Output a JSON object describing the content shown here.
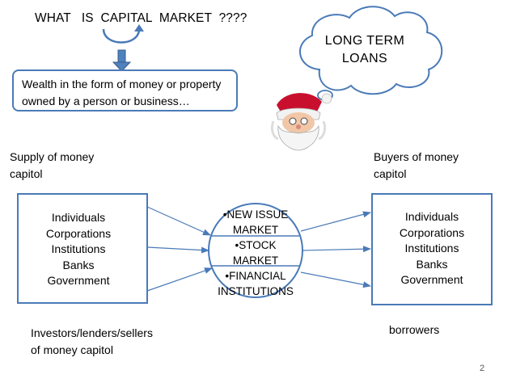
{
  "title": "WHAT   IS  CAPITAL  MARKET  ????",
  "definition": {
    "lines": [
      "Wealth in the form of money or property",
      "owned by a person or business…"
    ]
  },
  "cloud": {
    "lines": [
      "LONG  TERM",
      "LOANS"
    ]
  },
  "supply": {
    "heading": [
      "Supply of money",
      "capitol"
    ],
    "items": [
      "Individuals",
      "Corporations",
      "Institutions",
      "Banks",
      "Government"
    ],
    "caption": [
      "Investors/lenders/sellers",
      "of money capitol"
    ]
  },
  "market": {
    "items": [
      "•NEW ISSUE",
      "MARKET",
      "•STOCK",
      "MARKET",
      "•FINANCIAL",
      "INSTITUTIONS"
    ]
  },
  "buyers": {
    "heading": [
      "Buyers of money",
      "capitol"
    ],
    "items": [
      "Individuals",
      "Corporations",
      "Institutions",
      "Banks",
      "Government"
    ],
    "caption": [
      "borrowers"
    ]
  },
  "page_number": "2",
  "colors": {
    "accent": "#4a7ab7",
    "arrow_fill": "#4f81bd",
    "box_border": "#4a7ab7",
    "text": "#000000"
  }
}
